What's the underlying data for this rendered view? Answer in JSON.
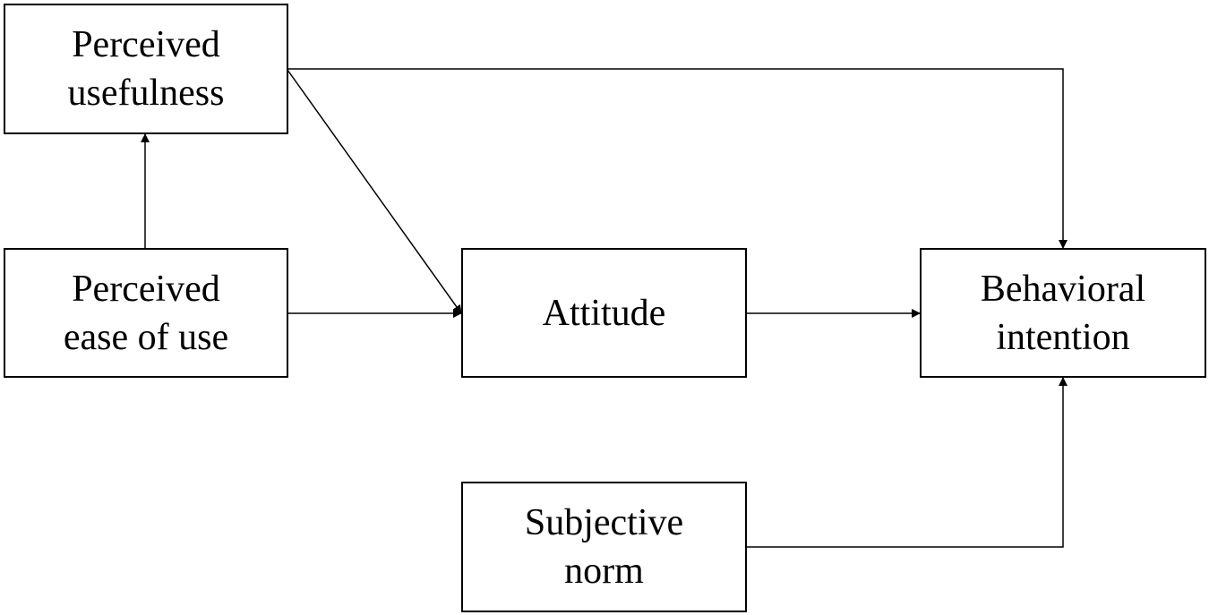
{
  "diagram": {
    "nodes": {
      "perceived_usefulness": {
        "lines": [
          "Perceived",
          "usefulness"
        ]
      },
      "perceived_ease_of_use": {
        "lines": [
          "Perceived",
          "ease of use"
        ]
      },
      "attitude": {
        "lines": [
          "Attitude"
        ]
      },
      "behavioral_intention": {
        "lines": [
          "Behavioral",
          "intention"
        ]
      },
      "subjective_norm": {
        "lines": [
          "Subjective",
          "norm"
        ]
      }
    },
    "edges": [
      {
        "from": "perceived_ease_of_use",
        "to": "perceived_usefulness"
      },
      {
        "from": "perceived_ease_of_use",
        "to": "attitude"
      },
      {
        "from": "perceived_usefulness",
        "to": "attitude"
      },
      {
        "from": "perceived_usefulness",
        "to": "behavioral_intention"
      },
      {
        "from": "attitude",
        "to": "behavioral_intention"
      },
      {
        "from": "subjective_norm",
        "to": "behavioral_intention"
      }
    ],
    "colors": {
      "stroke": "#000000",
      "background": "#ffffff"
    }
  }
}
